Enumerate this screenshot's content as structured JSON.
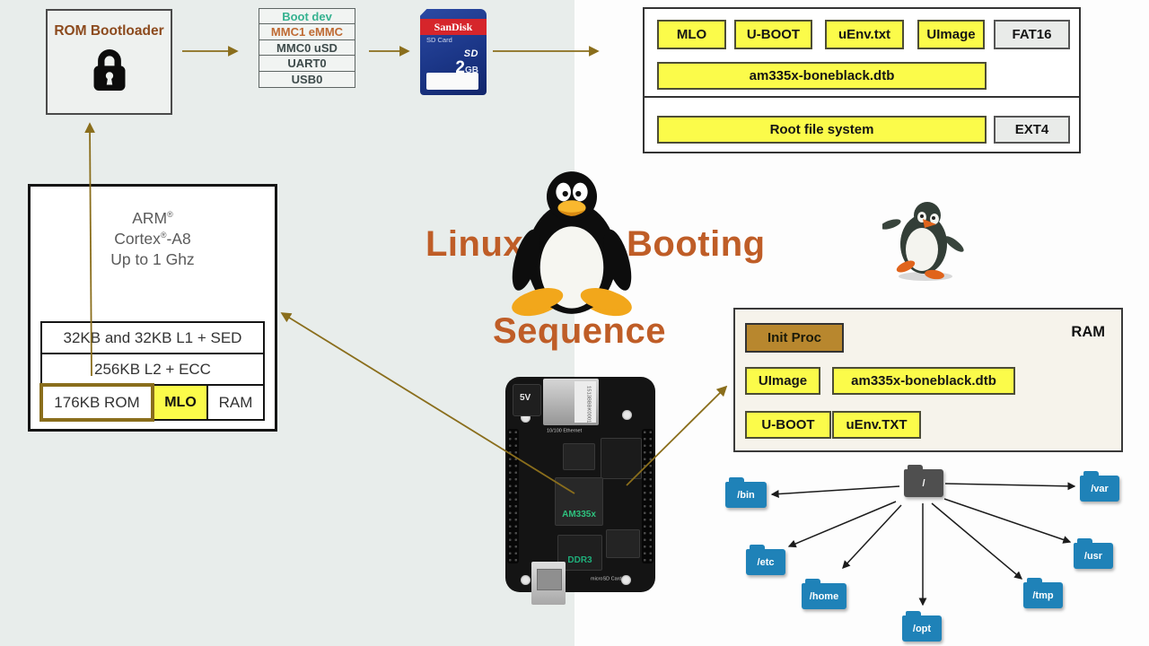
{
  "colors": {
    "title_accent": "#bf5d27",
    "arrow_olive": "#8a6e1c",
    "file_yellow": "#fbfb4a",
    "fs_gray": "#e9ebe9",
    "init_proc_gold": "#b8872e",
    "folder_blue": "#1f82b8",
    "bootdev_green": "#35b290",
    "bootdev_orange": "#bf6a33",
    "left_background": "#e8edeb"
  },
  "title": {
    "left": "Linux",
    "right": "Booting",
    "bottom": "Sequence"
  },
  "rom_bootloader": {
    "label": "ROM Bootloader"
  },
  "boot_dev": {
    "header": "Boot dev",
    "rows": [
      "MMC1 eMMC",
      "MMC0 uSD",
      "UART0",
      "USB0"
    ]
  },
  "sd_card": {
    "brand": "SanDisk",
    "type": "SD Card",
    "logo": "SD",
    "capacity": "2",
    "unit": "GB"
  },
  "boot_files_box": {
    "files": [
      "MLO",
      "U-BOOT",
      "uEnv.txt",
      "UImage"
    ],
    "fat_label": "FAT16",
    "dtb": "am335x-boneblack.dtb",
    "rootfs": "Root file system",
    "ext_label": "EXT4"
  },
  "soc_box": {
    "brand": "ARM",
    "reg": "®",
    "core": "Cortex",
    "core_suffix": "-A8",
    "freq": "Up to 1 Ghz",
    "l1": "32KB and 32KB L1 + SED",
    "l2": "256KB L2  + ECC",
    "rom": "176KB ROM",
    "mlo": "MLO",
    "ram": "RAM"
  },
  "ram_panel": {
    "corner_label": "RAM",
    "init_proc": "Init Proc",
    "uimage": "UImage",
    "dtb": "am335x-boneblack.dtb",
    "uboot": "U-BOOT",
    "uenv": "uEnv.TXT"
  },
  "board": {
    "power": "5V",
    "eth_sticker": "1513BBBK0001",
    "eth_label": "10/100 Ethernet",
    "soc": "AM335x",
    "ddr": "DDR3",
    "microsd": "microSD Card"
  },
  "fs_tree": {
    "root": "/",
    "folders": [
      "/bin",
      "/etc",
      "/home",
      "/opt",
      "/tmp",
      "/usr",
      "/var"
    ]
  }
}
